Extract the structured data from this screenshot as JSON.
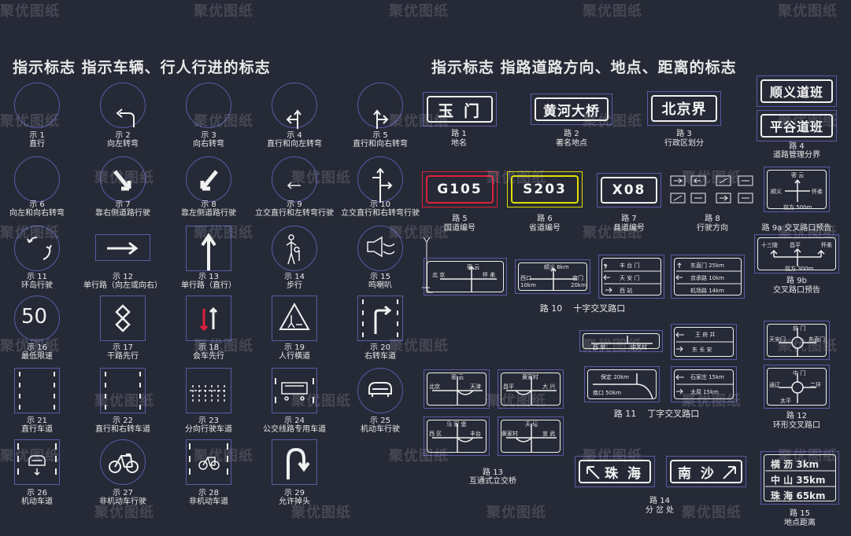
{
  "headings": {
    "left": "指示标志  指示车辆、行人行进的标志",
    "right": "指示标志  指路道路方向、地点、距离的标志"
  },
  "watermark": "聚优图纸",
  "left_signs": [
    {
      "num": "示 1",
      "name": "直行"
    },
    {
      "num": "示 2",
      "name": "向左转弯"
    },
    {
      "num": "示 3",
      "name": "向右转弯"
    },
    {
      "num": "示 4",
      "name": "直行和向左转弯"
    },
    {
      "num": "示 5",
      "name": "直行和向右转弯"
    },
    {
      "num": "示 6",
      "name": "向左和向右转弯"
    },
    {
      "num": "示 7",
      "name": "靠右侧道路行驶"
    },
    {
      "num": "示 8",
      "name": "靠左侧道路行驶"
    },
    {
      "num": "示 9",
      "name": "立交直行和左转弯行驶"
    },
    {
      "num": "示 10",
      "name": "立交直行和右转弯行驶"
    },
    {
      "num": "示 11",
      "name": "环岛行驶"
    },
    {
      "num": "示 12",
      "name": "单行路（向左或向右）"
    },
    {
      "num": "示 13",
      "name": "单行路（直行）"
    },
    {
      "num": "示 14",
      "name": "步行"
    },
    {
      "num": "示 15",
      "name": "鸣喇叭"
    },
    {
      "num": "示 16",
      "name": "最低限速",
      "value": "50"
    },
    {
      "num": "示 17",
      "name": "干路先行"
    },
    {
      "num": "示 18",
      "name": "会车先行"
    },
    {
      "num": "示 19",
      "name": "人行横道"
    },
    {
      "num": "示 20",
      "name": "右转车道"
    },
    {
      "num": "示 21",
      "name": "直行车道"
    },
    {
      "num": "示 22",
      "name": "直行和右转车道"
    },
    {
      "num": "示 23",
      "name": "分向行驶车道"
    },
    {
      "num": "示 24",
      "name": "公交线路专用车道"
    },
    {
      "num": "示 25",
      "name": "机动车行驶"
    },
    {
      "num": "示 26",
      "name": "机动车道"
    },
    {
      "num": "示 27",
      "name": "非机动车行驶"
    },
    {
      "num": "示 28",
      "name": "非机动车道"
    },
    {
      "num": "示 29",
      "name": "允许掉头"
    }
  ],
  "right_signs": {
    "r1": {
      "text": "玉 门",
      "num": "路 1",
      "name": "地名"
    },
    "r2": {
      "text": "黄河大桥",
      "num": "路 2",
      "name": "著名地点"
    },
    "r3": {
      "text": "北京界",
      "num": "路 3",
      "name": "行政区划分"
    },
    "r4": {
      "text_a": "顺义道班",
      "text_b": "平谷道班",
      "num": "路 4",
      "name": "道路管理分界"
    },
    "r5": {
      "text": "G105",
      "num": "路 5",
      "name": "国道编号"
    },
    "r6": {
      "text": "S203",
      "num": "路 6",
      "name": "省道编号"
    },
    "r7": {
      "text": "X08",
      "num": "路 7",
      "name": "县道编号"
    },
    "r8": {
      "num": "路 8",
      "name": "行驶方向"
    },
    "r9a": {
      "top": "密 云",
      "left": "顺义",
      "right": "怀柔",
      "bottom": "前方 500m",
      "num": "路 9a",
      "name": "交叉路口预告"
    },
    "r9b": {
      "left": "十三陵",
      "mid": "昌平",
      "right": "怀柔",
      "bottom": "前方 300m",
      "num": "路 9b",
      "name": "交叉路口预告"
    },
    "r10": {
      "num": "路 10",
      "name": "十字交叉路口",
      "a": {
        "top": "密 云",
        "left": "北 京",
        "right": "怀 柔"
      },
      "b": {
        "top": "顺义 6km",
        "left": "西口",
        "right": "宫门",
        "d1": "10km",
        "d2": "20km"
      },
      "c": {
        "l1": "丰 台 门",
        "l2": "天 安 门",
        "l3": "西 站"
      },
      "d": {
        "l1": "东直门 25km",
        "l2": "京承路 10km",
        "l3": "机场路 14km"
      }
    },
    "r11": {
      "num": "路 11",
      "name": "丁字交叉路口",
      "a": {
        "left": "西 单",
        "right": "中关村"
      },
      "b": {
        "top": "保定 20km",
        "left": "南口 50km"
      },
      "c": {
        "l1": "王 府 井",
        "l2": "东 长 安"
      },
      "d": {
        "l1": "石家庄 15km",
        "l2": "太原 15km"
      }
    },
    "r12": {
      "num": "路 12",
      "name": "环形交叉路口",
      "a": {
        "top": "前 门",
        "left": "天安门",
        "right": "东直门"
      },
      "b": {
        "top": "中 门",
        "left": "通辽",
        "right": "二环",
        "bottom": "太平"
      }
    },
    "r13": {
      "num": "路 13",
      "name": "互通式立交桥",
      "a": {
        "top": "密 云",
        "left": "北京",
        "right": "天津"
      },
      "b": {
        "top": "黄家村",
        "left": "昌平",
        "right": "大 兴"
      },
      "c": {
        "top": "马 家 堡",
        "left": "西 区",
        "right": "丰台"
      },
      "d": {
        "top": "天 坛",
        "left": "黄家村",
        "right": "宣 武"
      }
    },
    "r14": {
      "a": "珠 海",
      "b": "南 沙",
      "num": "路 14",
      "name": "分 岔 处"
    },
    "r15": {
      "l1": "横 沥  3km",
      "l2": "中 山  35km",
      "l3": "珠 海  65km",
      "num": "路 15",
      "name": "地点距离"
    }
  },
  "colors": {
    "background": "#262a36",
    "line": "#f0f0f0",
    "frame": "#5a5aa8",
    "red": "#e0203a",
    "yellow": "#e0e000"
  }
}
